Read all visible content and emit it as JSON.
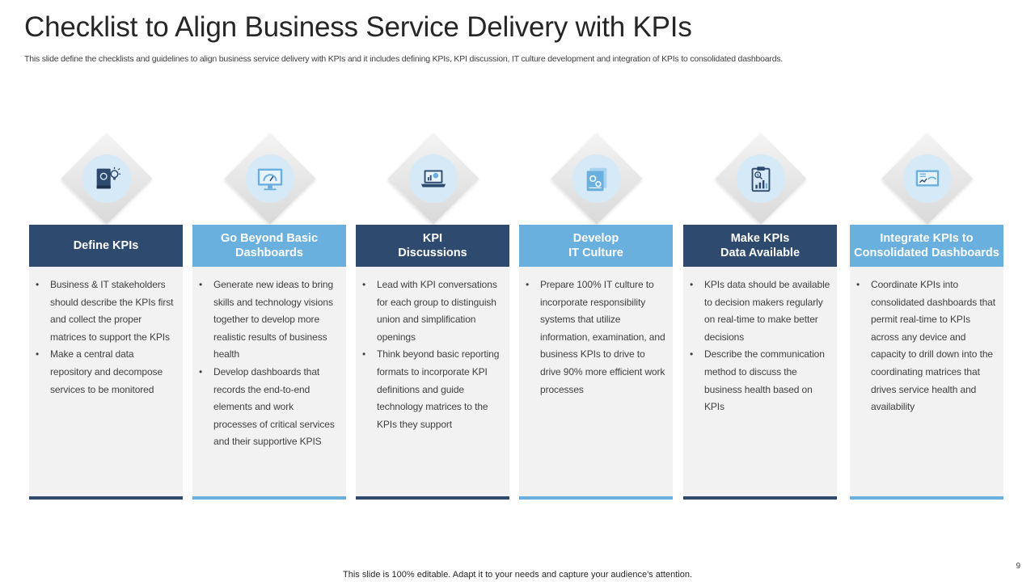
{
  "slide": {
    "title": "Checklist to Align Business Service Delivery with KPIs",
    "subtitle": "This slide define the checklists and guidelines to align business service delivery with KPIs and it includes defining KPIs, KPI discussion, IT culture development and integration of KPIs to consolidated dashboards.",
    "footer": "This slide is 100% editable. Adapt it to your needs and capture your audience's attention.",
    "page_number": "9"
  },
  "colors": {
    "dark_header": "#2e4a6e",
    "light_header": "#6ab0de",
    "icon_circle": "#d6e9f7",
    "body_background": "#f2f2f2"
  },
  "columns": [
    {
      "icon": "book-lightbulb-icon",
      "header": "Define KPIs",
      "bullets": [
        "Business & IT stakeholders should describe the KPIs first and collect the proper matrices to support the KPIs",
        "Make  a central data repository and decompose services to be monitored"
      ]
    },
    {
      "icon": "monitor-gauge-icon",
      "header": "Go Beyond Basic\nDashboards",
      "bullets": [
        "Generate new ideas to bring skills and technology visions together to  develop more realistic results of business health",
        "Develop dashboards that records the end-to-end elements and work processes of critical services and their supportive KPIS"
      ]
    },
    {
      "icon": "laptop-chart-icon",
      "header": "KPI\nDiscussions",
      "bullets": [
        "Lead with KPI conversations for each group to distinguish union and simplification openings",
        "Think beyond basic reporting formats to incorporate KPI definitions and guide technology matrices to the KPIs they support"
      ]
    },
    {
      "icon": "documents-gears-icon",
      "header": "Develop\nIT Culture",
      "bullets": [
        "Prepare 100% IT culture to incorporate responsibility systems that utilize information, examination, and business KPIs to drive to drive 90% more efficient work processes"
      ]
    },
    {
      "icon": "clipboard-chart-icon",
      "header": "Make KPIs\nData Available",
      "bullets": [
        "KPIs data should be available to decision makers regularly on real-time to make better decisions",
        "Describe the communication method to discuss the business health based on KPIs"
      ]
    },
    {
      "icon": "dashboard-screen-icon",
      "header": "Integrate KPIs to\nConsolidated Dashboards",
      "bullets": [
        "Coordinate KPIs into consolidated dashboards that permit real-time to KPIs across any device and capacity to drill down into the coordinating matrices that drives service health and availability"
      ]
    }
  ]
}
